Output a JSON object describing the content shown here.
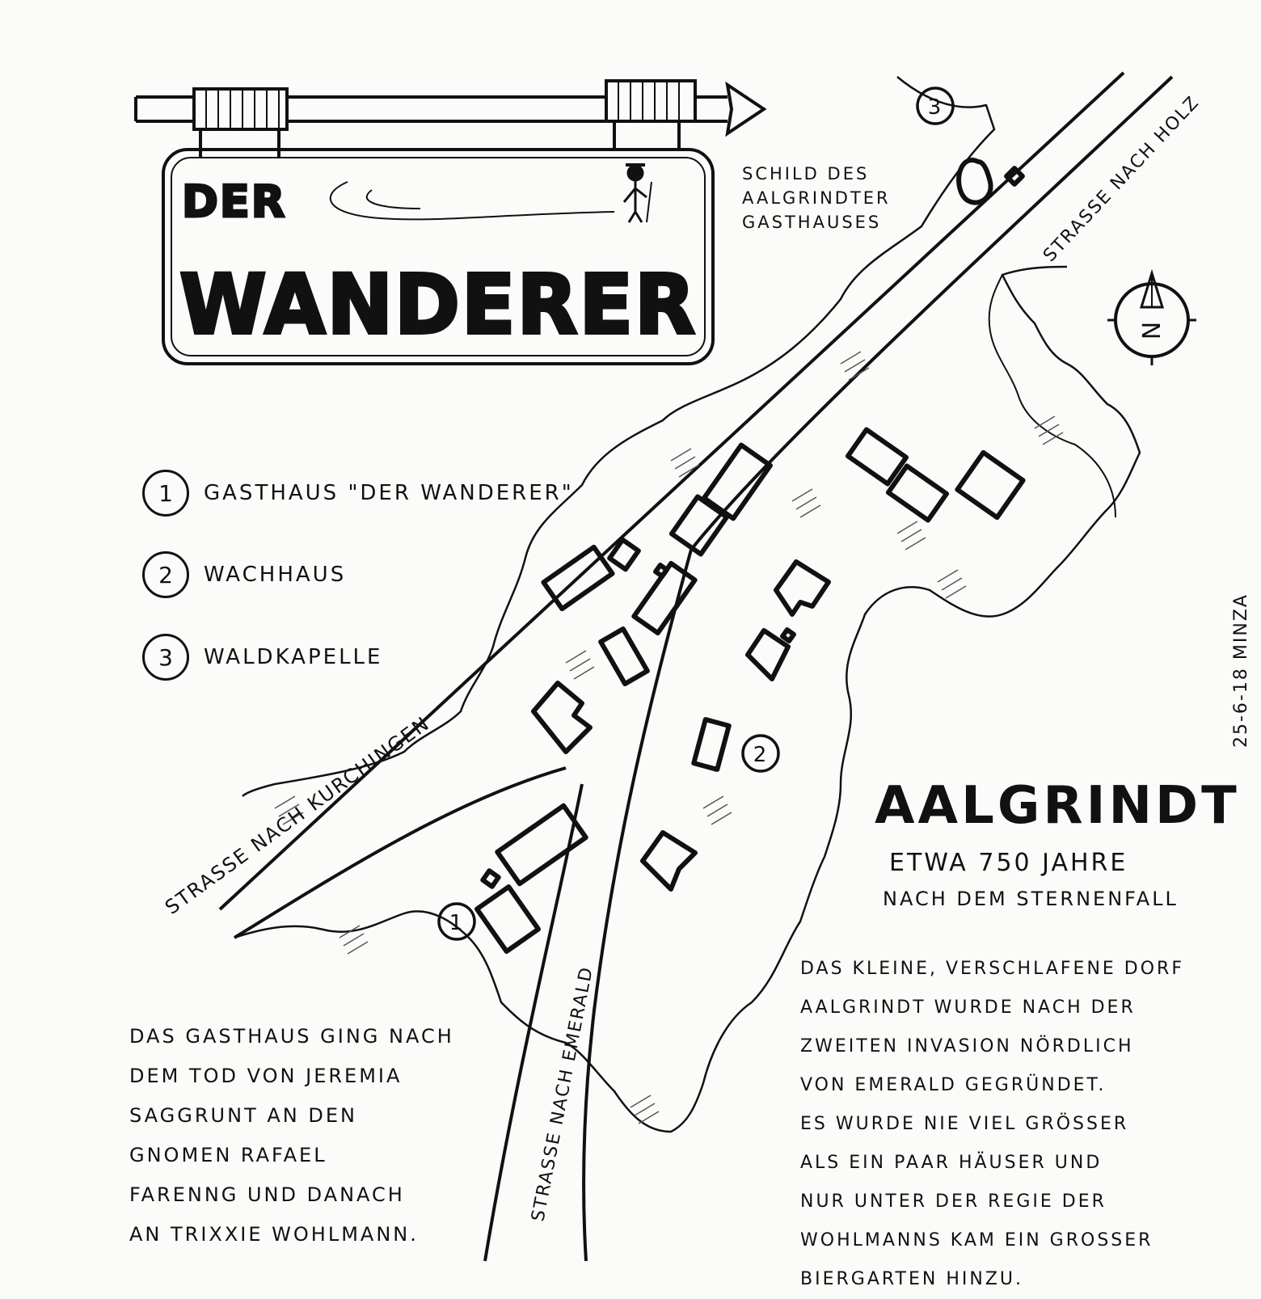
{
  "sign": {
    "line1": "DER",
    "line2": "WANDERER",
    "caption": [
      "SCHILD DES",
      "AALGRINDTER",
      "GASTHAUSES"
    ]
  },
  "legend": [
    {
      "num": "1",
      "label": "GASTHAUS \"DER WANDERER\""
    },
    {
      "num": "2",
      "label": "WACHHAUS"
    },
    {
      "num": "3",
      "label": "WALDKAPELLE"
    }
  ],
  "markers": {
    "one": "1",
    "two": "2",
    "three": "3"
  },
  "compass": {
    "letter": "N",
    "icon": "north-arrow-icon"
  },
  "roads": {
    "holz": "STRASSE NACH HOLZ",
    "kurchingen": "STRASSE NACH KURCHINGEN",
    "emerald": "STRASSE NACH EMERALD"
  },
  "title": {
    "name": "AALGRINDT",
    "sub1": "ETWA 750 JAHRE",
    "sub2": "NACH DEM STERNENFALL"
  },
  "notes": {
    "left": [
      "DAS GASTHAUS GING NACH",
      "DEM TOD VON JEREMIA",
      "SAGGRUNT AN DEN",
      "GNOMEN RAFAEL",
      "FARENNG UND DANACH",
      "AN TRIXXIE WOHLMANN."
    ],
    "right": [
      "DAS KLEINE, VERSCHLAFENE DORF",
      "AALGRINDT WURDE NACH DER",
      "ZWEITEN INVASION NÖRDLICH",
      "VON EMERALD GEGRÜNDET.",
      "ES WURDE NIE VIEL GRÖSSER",
      "ALS EIN PAAR HÄUSER UND",
      "NUR UNTER DER REGIE DER",
      "WOHLMANNS KAM EIN GROSSER",
      "BIERGARTEN HINZU."
    ]
  },
  "signature": "25-6-18 MINZA",
  "colors": {
    "ink": "#111111",
    "paper": "#fbfbf9"
  }
}
